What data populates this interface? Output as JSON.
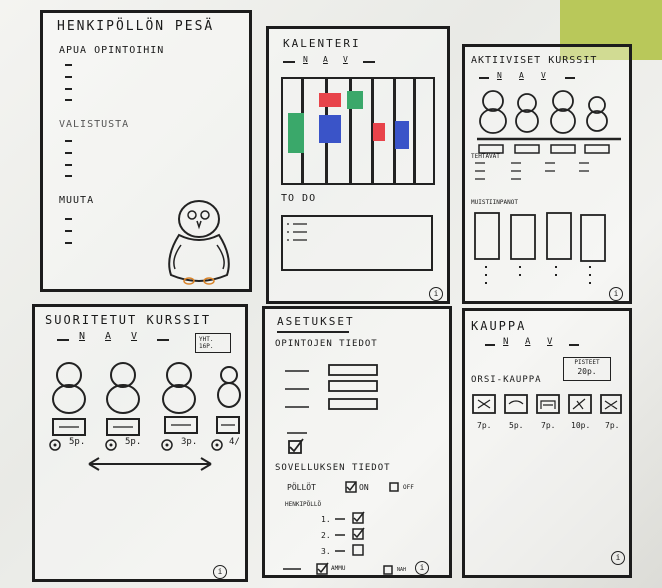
{
  "colors": {
    "green": "#3aa86a",
    "red": "#e8434a",
    "blue": "#3a54c8",
    "orange": "#d9842a",
    "ink": "#1c1c1c"
  },
  "panel1": {
    "title": "HENKIPÖLLÖN PESÄ",
    "section1": "APUA OPINTOIHIN",
    "section2": "VALISTUSTA",
    "section3": "MUUTA"
  },
  "panel2": {
    "title": "KALENTERI",
    "nav": [
      "N",
      "A",
      "V"
    ],
    "todo": "TO DO"
  },
  "panel3": {
    "title": "AKTIIVISET KURSSIT",
    "nav": [
      "N",
      "A",
      "V"
    ],
    "label1": "TEHTÄVÄT",
    "label2": "MUISTIINPANOT"
  },
  "panel4": {
    "title": "SUORITETUT KURSSIT",
    "nav": [
      "N",
      "A",
      "V"
    ],
    "total": "YHT. 16P.",
    "credits": [
      "5p.",
      "5p.",
      "3p.",
      "4/"
    ]
  },
  "panel5": {
    "title": "ASETUKSET",
    "section1": "OPINTOJEN TIEDOT",
    "section2": "SOVELLUKSEN TIEDOT",
    "owls_label": "PÖLLÖT",
    "on": "ON",
    "off": "OFF",
    "henkipollo": "HENKIPÖLLÖ",
    "list": [
      "1.",
      "2.",
      "3."
    ],
    "ammu": "AMMU",
    "nah": "NAH"
  },
  "panel6": {
    "title": "KAUPPA",
    "nav": [
      "N",
      "A",
      "V"
    ],
    "points_label": "PISTEET",
    "points": "20p.",
    "shop": "ORSI-KAUPPA",
    "prices": [
      "7p.",
      "5p.",
      "7p.",
      "10p.",
      "7p."
    ]
  },
  "info": "i"
}
